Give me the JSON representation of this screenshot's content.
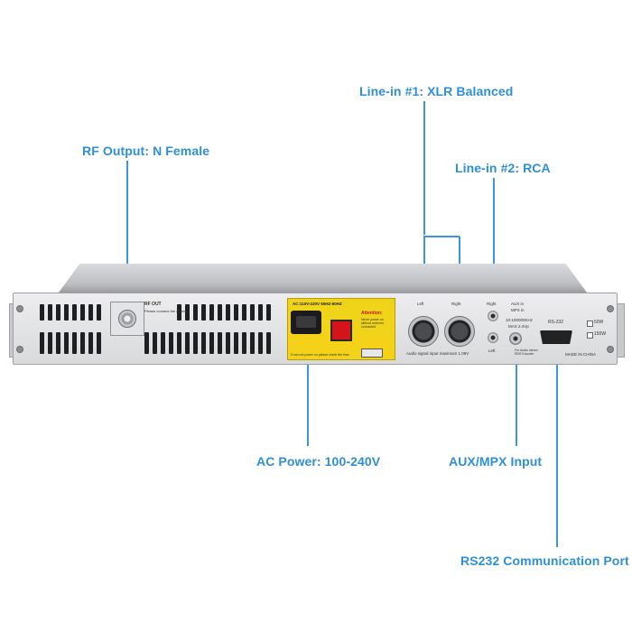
{
  "callouts": {
    "rf_output": "RF Output: N Female",
    "line_in_1": "Line-in #1: XLR Balanced",
    "line_in_2": "Line-in #2: RCA",
    "ac_power": "AC Power: 100-240V",
    "aux_mpx": "AUX/MPX Input",
    "rs232": "RS232 Communication Port"
  },
  "panel_text": {
    "rf_out": "RF OUT",
    "rf_warning": "Please connect the antenna",
    "power_rating": "AC:110V-220V  50HZ-60HZ",
    "attention_title": "Attention:",
    "attention_body": "Never power on without antenna connected",
    "fuse_note": "If can not power on please check the fuse",
    "xlr_left": "Left",
    "xlr_right": "Right",
    "audio_note": "Audio signal input maximum 1.09V",
    "rca_right": "Right",
    "rca_left": "Left",
    "aux_label": "AUX in",
    "mpx_label": "MPX in",
    "aux_freq": "10-100000KHz",
    "aux_max": "MAX 2.4Vp",
    "aux_note": "For Audio stereo RDS Encoder",
    "rs232_label": "RS-232",
    "power_50w": "50W",
    "power_150w": "150W",
    "made_in": "MADE IN CHINA"
  },
  "colors": {
    "callout": "#2f8fd6",
    "power_panel": "#f0d41a",
    "switch": "#d3141a"
  }
}
